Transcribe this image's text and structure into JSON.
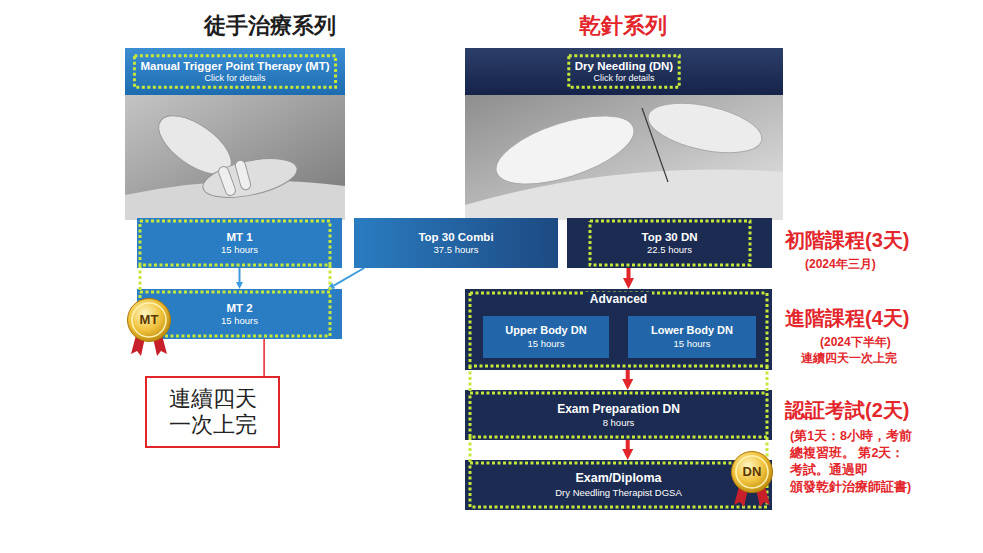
{
  "diagram": {
    "nodes": [
      {
        "text": [
          "Manual Trigger Point Therapy (MT)",
          "Click for details"
        ]
      },
      {
        "text": [
          "Dry Needling (DN)",
          "Click for details"
        ]
      },
      {
        "text": [
          "MT 1",
          "15 hours"
        ]
      },
      {
        "text": [
          "Top 30 Combi",
          "37.5 hours"
        ]
      },
      {
        "text": [
          "Top 30 DN",
          "22.5 hours"
        ]
      },
      {
        "text": [
          "MT 2",
          "15 hours"
        ]
      },
      {
        "text": [
          "MT"
        ]
      },
      {
        "text": [
          "Advanced"
        ]
      },
      {
        "text": [
          "Upper Body DN",
          "15 hours"
        ],
        "in": 7
      },
      {
        "text": [
          "Lower Body DN",
          "15 hours"
        ],
        "in": 7
      },
      {
        "text": [
          "連續四天 一次上完"
        ]
      },
      {
        "text": [
          "Exam Preparation DN",
          "8 hours"
        ]
      },
      {
        "text": [
          "Exam/Diploma",
          "Dry Needling Therapist DGSA"
        ]
      },
      {
        "text": [
          "DN"
        ]
      }
    ],
    "edges": [
      {
        "from": 2,
        "to": 5,
        "arrow": "to"
      },
      {
        "from": 3,
        "to": 5,
        "arrow": "to"
      },
      {
        "from": 4,
        "to": 7,
        "arrow": "to"
      },
      {
        "from": 8,
        "to": 9,
        "arrow": "to"
      },
      {
        "from": 9,
        "to": 8,
        "arrow": "to"
      },
      {
        "from": 7,
        "to": 11,
        "arrow": "to"
      },
      {
        "from": 11,
        "to": 12,
        "arrow": "to"
      },
      {
        "from": 5,
        "to": 10,
        "arrow": "none"
      }
    ],
    "labels": [
      "徒手治療系列",
      "乾針系列",
      "初階課程(3天)",
      "(2024年三月)",
      "進階課程(4天)",
      "(2024下半年)",
      "連續四天一次上完",
      "認証考試(2天)",
      "(第1天：8小時，考前 總複習班。 第2天：考試。通過即 頒發乾針治療師証書)"
    ]
  }
}
